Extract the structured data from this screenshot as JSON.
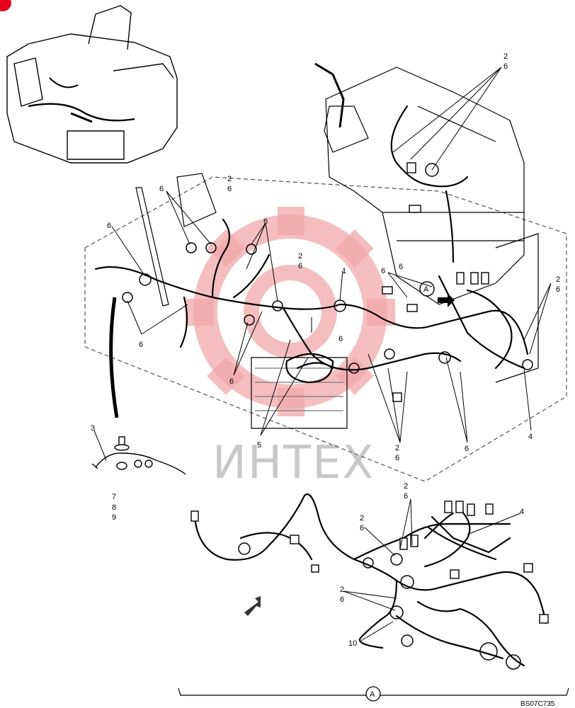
{
  "drawing_code": "BS07C735",
  "view_ref": "A",
  "watermark_text": "ИНТЕХ",
  "colors": {
    "ink": "#000000",
    "watermark_red": "#e85a5a",
    "watermark_gray": "#c8c8c8",
    "corner_red": "#e8001c"
  },
  "callouts": {
    "c1": "1",
    "c2a": "2",
    "c6a": "6",
    "c2b": "2",
    "c6b": "6",
    "c6c": "6",
    "c6d": "6",
    "c6e": "6",
    "c6f": "6",
    "c2c": "2",
    "c6g": "6",
    "c6h": "6",
    "c6i": "6",
    "c6j": "6",
    "c6k": "6",
    "c5": "5",
    "c2d": "2",
    "c6l": "6",
    "c6m": "6",
    "c2e": "2",
    "c6n": "6",
    "c4a": "4",
    "c3": "3",
    "c7": "7",
    "c8": "8",
    "c9": "9",
    "c2f": "2",
    "c6o": "6",
    "c4b": "4",
    "c2g": "2",
    "c6p": "6",
    "c2h": "2",
    "c6q": "6",
    "c10": "10"
  }
}
